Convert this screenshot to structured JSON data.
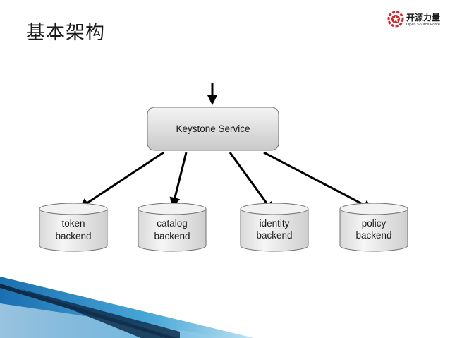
{
  "title": "基本架构",
  "logo": {
    "brand": "开源力量",
    "sub": "Open Source Force",
    "icon": "gear-star-logo-icon",
    "accent": "#d2232a"
  },
  "diagram": {
    "service": {
      "label": "Keystone Service"
    },
    "backends": [
      {
        "line1": "token",
        "line2": "backend"
      },
      {
        "line1": "catalog",
        "line2": "backend"
      },
      {
        "line1": "identity",
        "line2": "backend"
      },
      {
        "line1": "policy",
        "line2": "backend"
      }
    ]
  },
  "colors": {
    "node_fill_top": "#f4f4f4",
    "node_fill_bottom": "#c9c9c9",
    "stroke": "#707070",
    "arrow": "#000000",
    "decor_blue": "#1f7fc0"
  }
}
